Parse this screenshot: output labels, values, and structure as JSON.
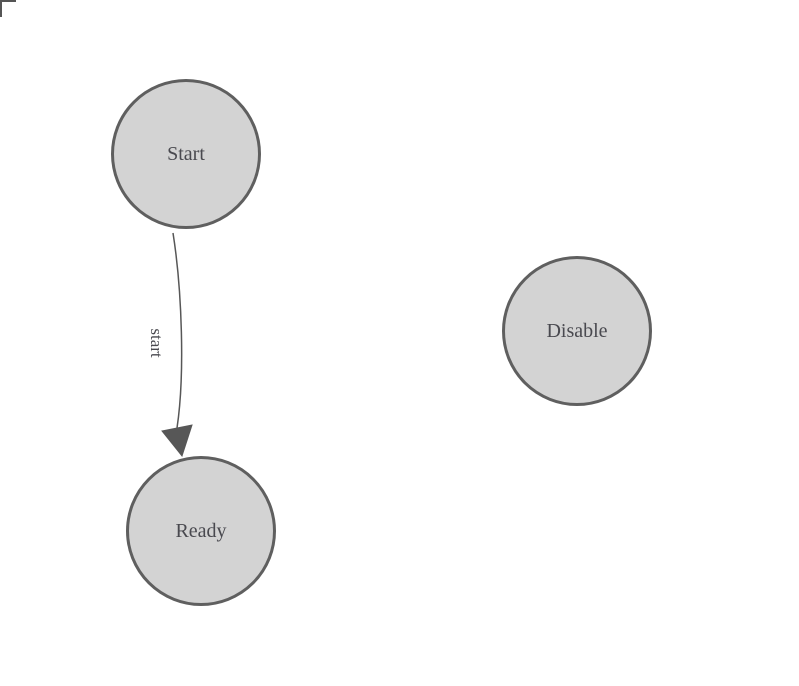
{
  "diagram": {
    "nodes": [
      {
        "id": "start",
        "label": "Start"
      },
      {
        "id": "ready",
        "label": "Ready"
      },
      {
        "id": "disable",
        "label": "Disable"
      }
    ],
    "edges": [
      {
        "from": "start",
        "to": "ready",
        "label": "start"
      }
    ]
  },
  "colors": {
    "bg": "#ffffff",
    "node-fill": "#d3d3d3",
    "node-border": "#5f5f5f",
    "edge-stroke": "#575757",
    "label-text": "#49494f",
    "corner-mark": "#555555"
  }
}
